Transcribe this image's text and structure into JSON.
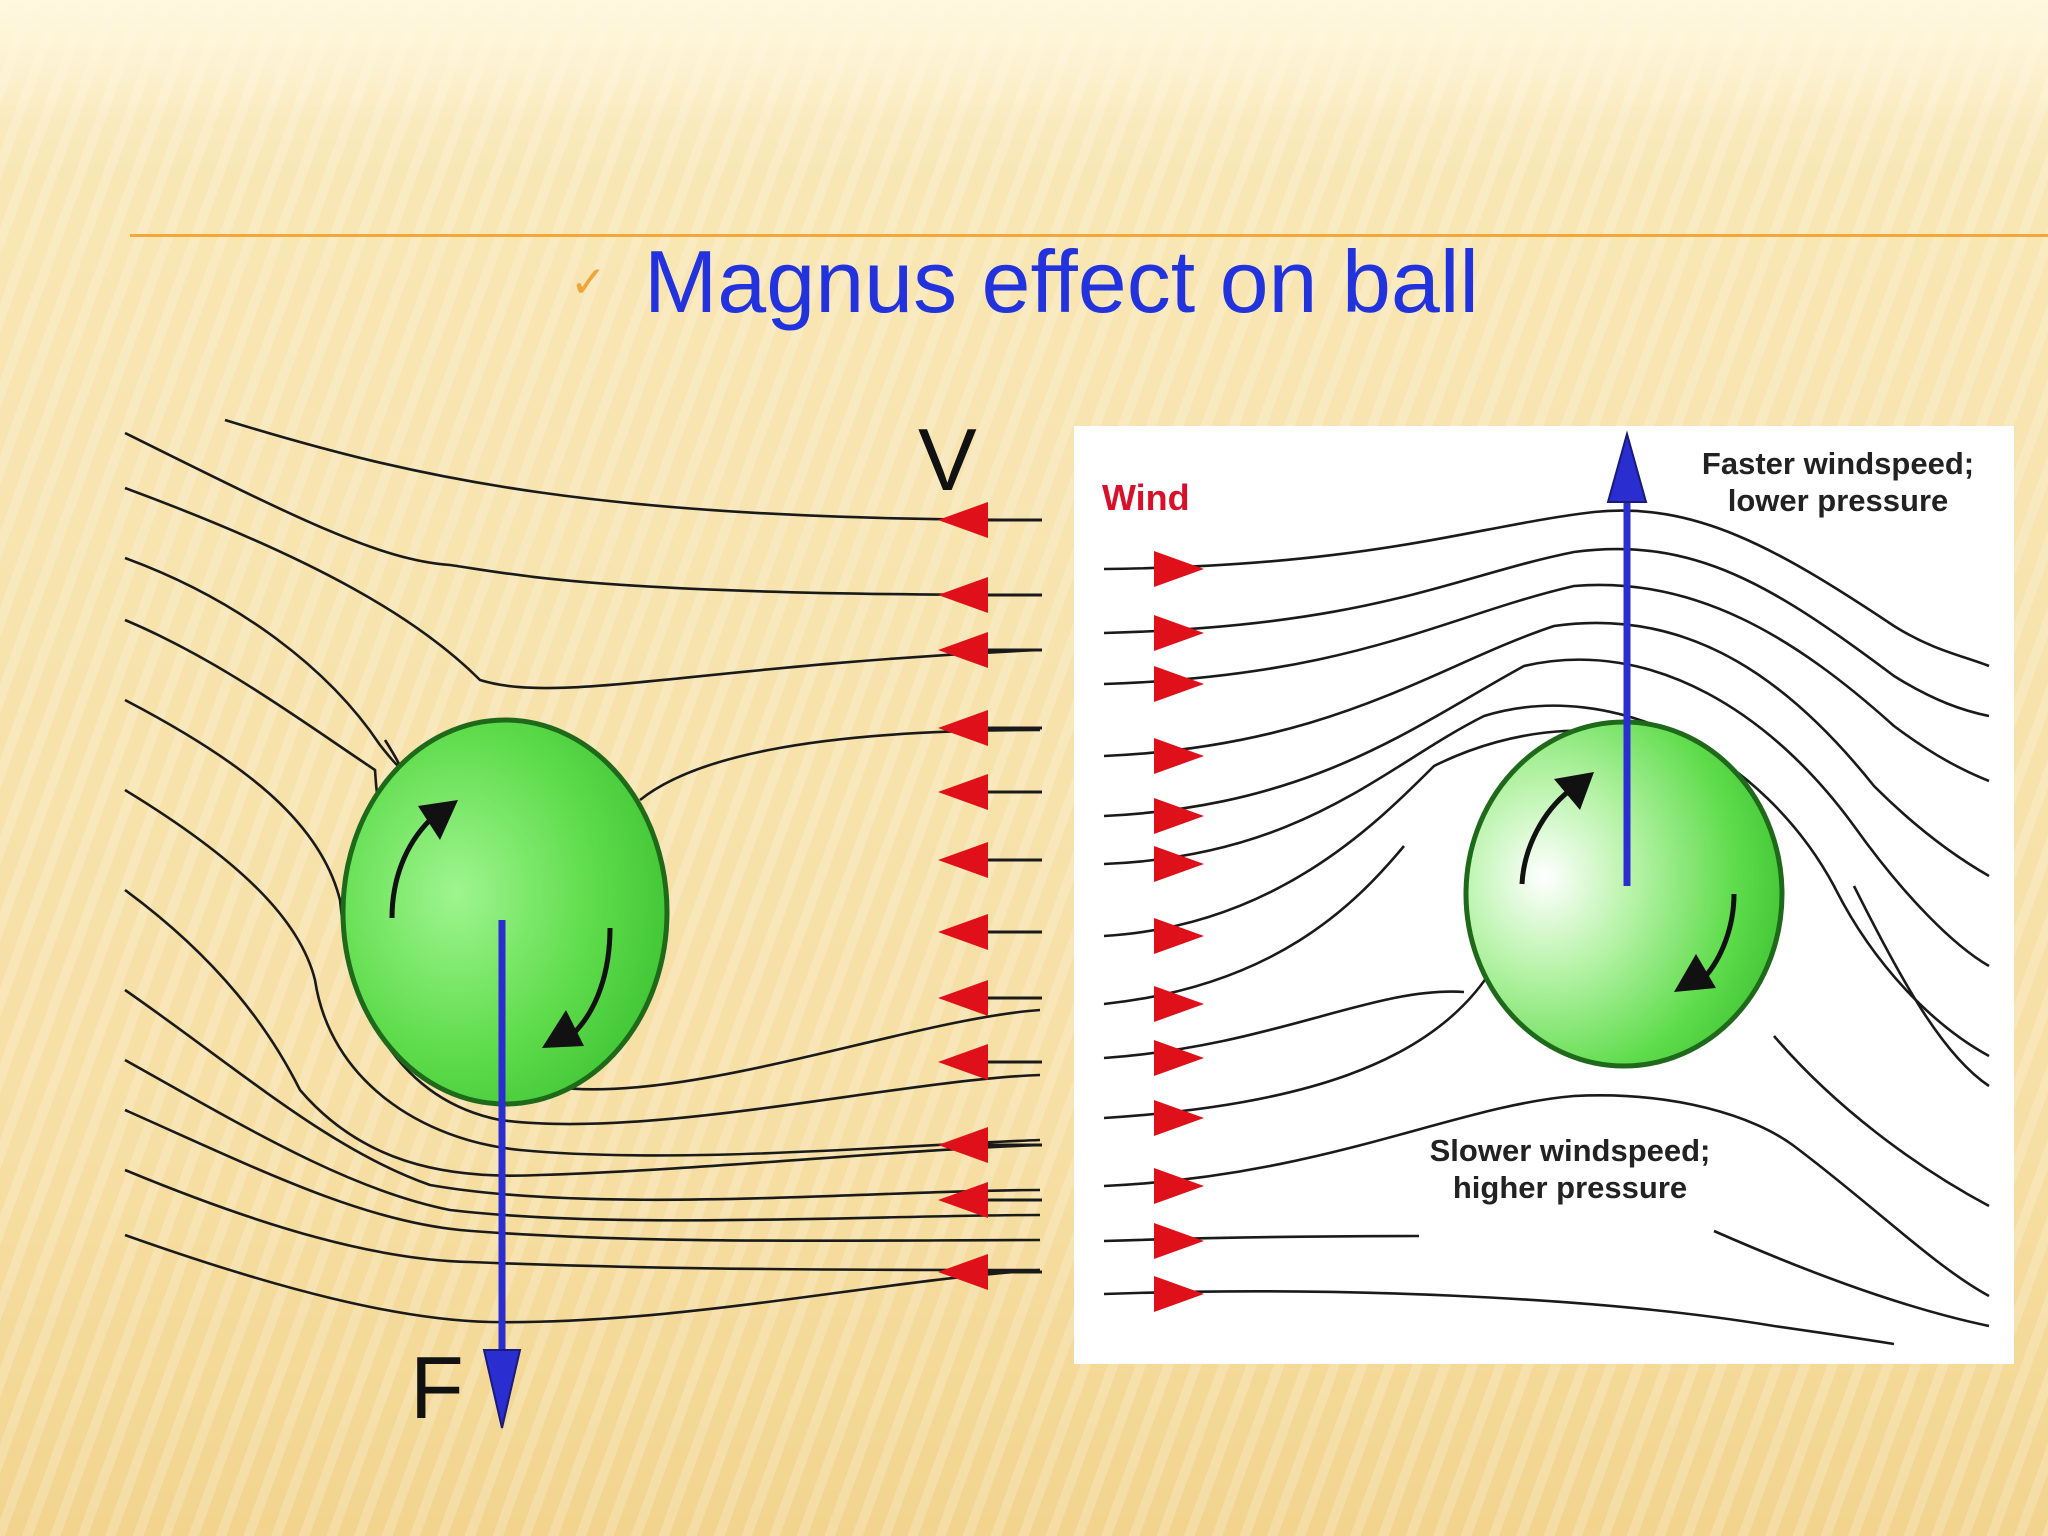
{
  "slide": {
    "bullet_icon": "check-icon",
    "title": "Magnus effect on ball",
    "accent_color": "#f3a63a",
    "title_color": "#2233dd"
  },
  "left_diagram": {
    "velocity_label": "V",
    "force_label": "F",
    "ball_color": "#4dd640",
    "arrow_color": "#e0101a",
    "force_color": "#2a2ed0"
  },
  "right_diagram": {
    "wind_label": "Wind",
    "top_note_line1": "Faster windspeed;",
    "top_note_line2": "lower pressure",
    "bottom_note_line1": "Slower windspeed;",
    "bottom_note_line2": "higher pressure",
    "ball_color": "#4dd640",
    "arrow_color": "#e0101a",
    "force_color": "#2a2ed0"
  }
}
